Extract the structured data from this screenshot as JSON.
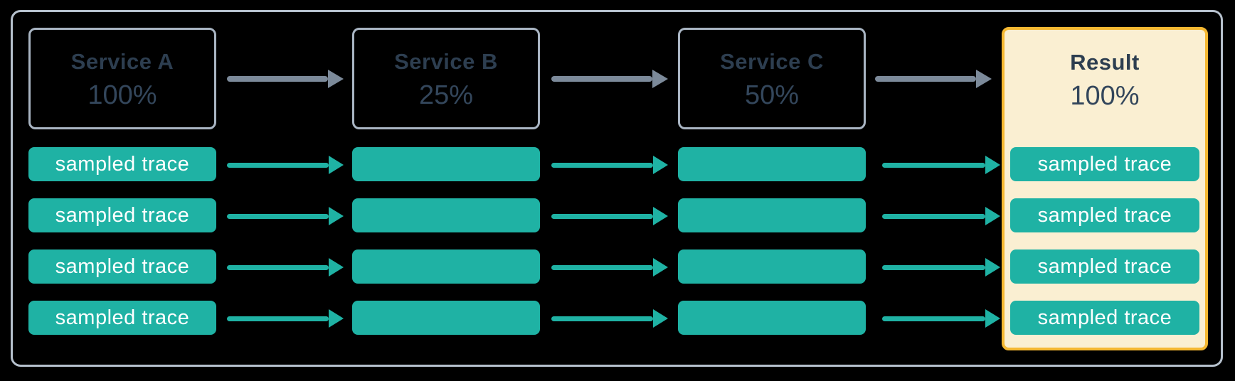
{
  "diagram": {
    "background": "#000000",
    "colors": {
      "trace_teal": "#1FB2A4",
      "service_arrow_gray": "#7C8A9A",
      "service_box_border": "#A9B5C3",
      "outer_frame_border": "#B6C1CD",
      "result_background": "#FAEFD2",
      "result_border": "#F5B832",
      "title_text": "#2D3E50",
      "percent_text": "#33465B",
      "pill_text": "#FFFFFF"
    },
    "columns": [
      {
        "id": "service-a",
        "title": "Service A",
        "percent": "100%",
        "bars": [
          "sampled trace",
          "sampled trace",
          "sampled trace",
          "sampled trace"
        ]
      },
      {
        "id": "service-b",
        "title": "Service B",
        "percent": "25%",
        "bars": [
          "",
          "",
          "",
          ""
        ]
      },
      {
        "id": "service-c",
        "title": "Service C",
        "percent": "50%",
        "bars": [
          "",
          "",
          "",
          ""
        ]
      },
      {
        "id": "result",
        "title": "Result",
        "percent": "100%",
        "bars": [
          "sampled trace",
          "sampled trace",
          "sampled trace",
          "sampled trace"
        ]
      }
    ]
  }
}
